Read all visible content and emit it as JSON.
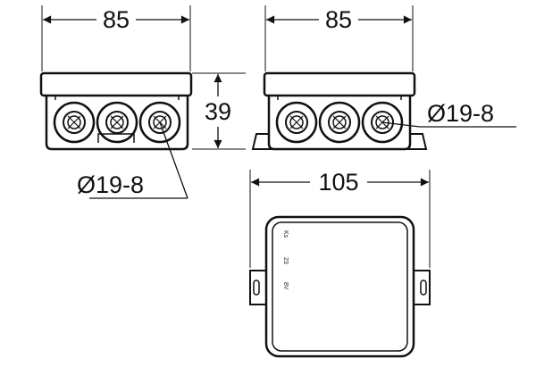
{
  "dimensions": {
    "width_left": "85",
    "width_right": "85",
    "height": "39",
    "width_bottom": "105",
    "gland_left": "Ø19-8",
    "gland_right": "Ø19-8"
  },
  "lid_marks": [
    "Ks",
    "23",
    "8V"
  ]
}
